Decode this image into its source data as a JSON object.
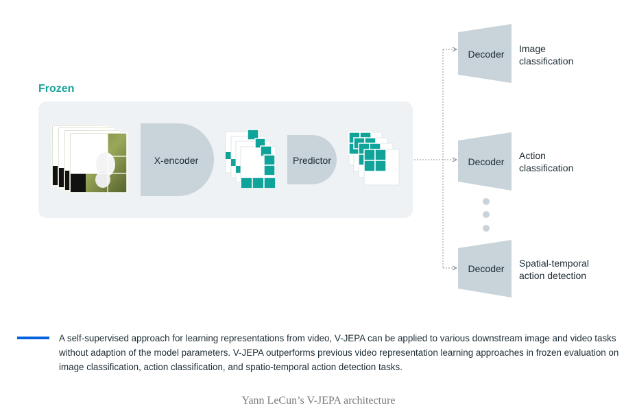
{
  "frozen_label": "Frozen",
  "encoder_label": "X-encoder",
  "predictor_label": "Predictor",
  "decoders": [
    {
      "label": "Decoder",
      "task_line1": "Image",
      "task_line2": "classification"
    },
    {
      "label": "Decoder",
      "task_line1": "Action",
      "task_line2": "classification"
    },
    {
      "label": "Decoder",
      "task_line1": "Spatial-temporal",
      "task_line2": "action detection"
    }
  ],
  "caption_text": "A self-supervised approach for learning representations from video, V-JEPA can be applied to various downstream image and video tasks without adaption of the model parameters. V-JEPA outperforms previous video representation learning approaches in frozen evaluation on image classification, action classification, and spatio-temporal action detection tasks.",
  "figure_caption": "Yann LeCun’s V-JEPA architecture",
  "colors": {
    "accent_teal": "#1aa39a",
    "tile_teal": "#0fa39a",
    "shape_gray": "#c9d3da",
    "panel_bg": "#eff2f5",
    "caption_bar": "#0064e0"
  }
}
